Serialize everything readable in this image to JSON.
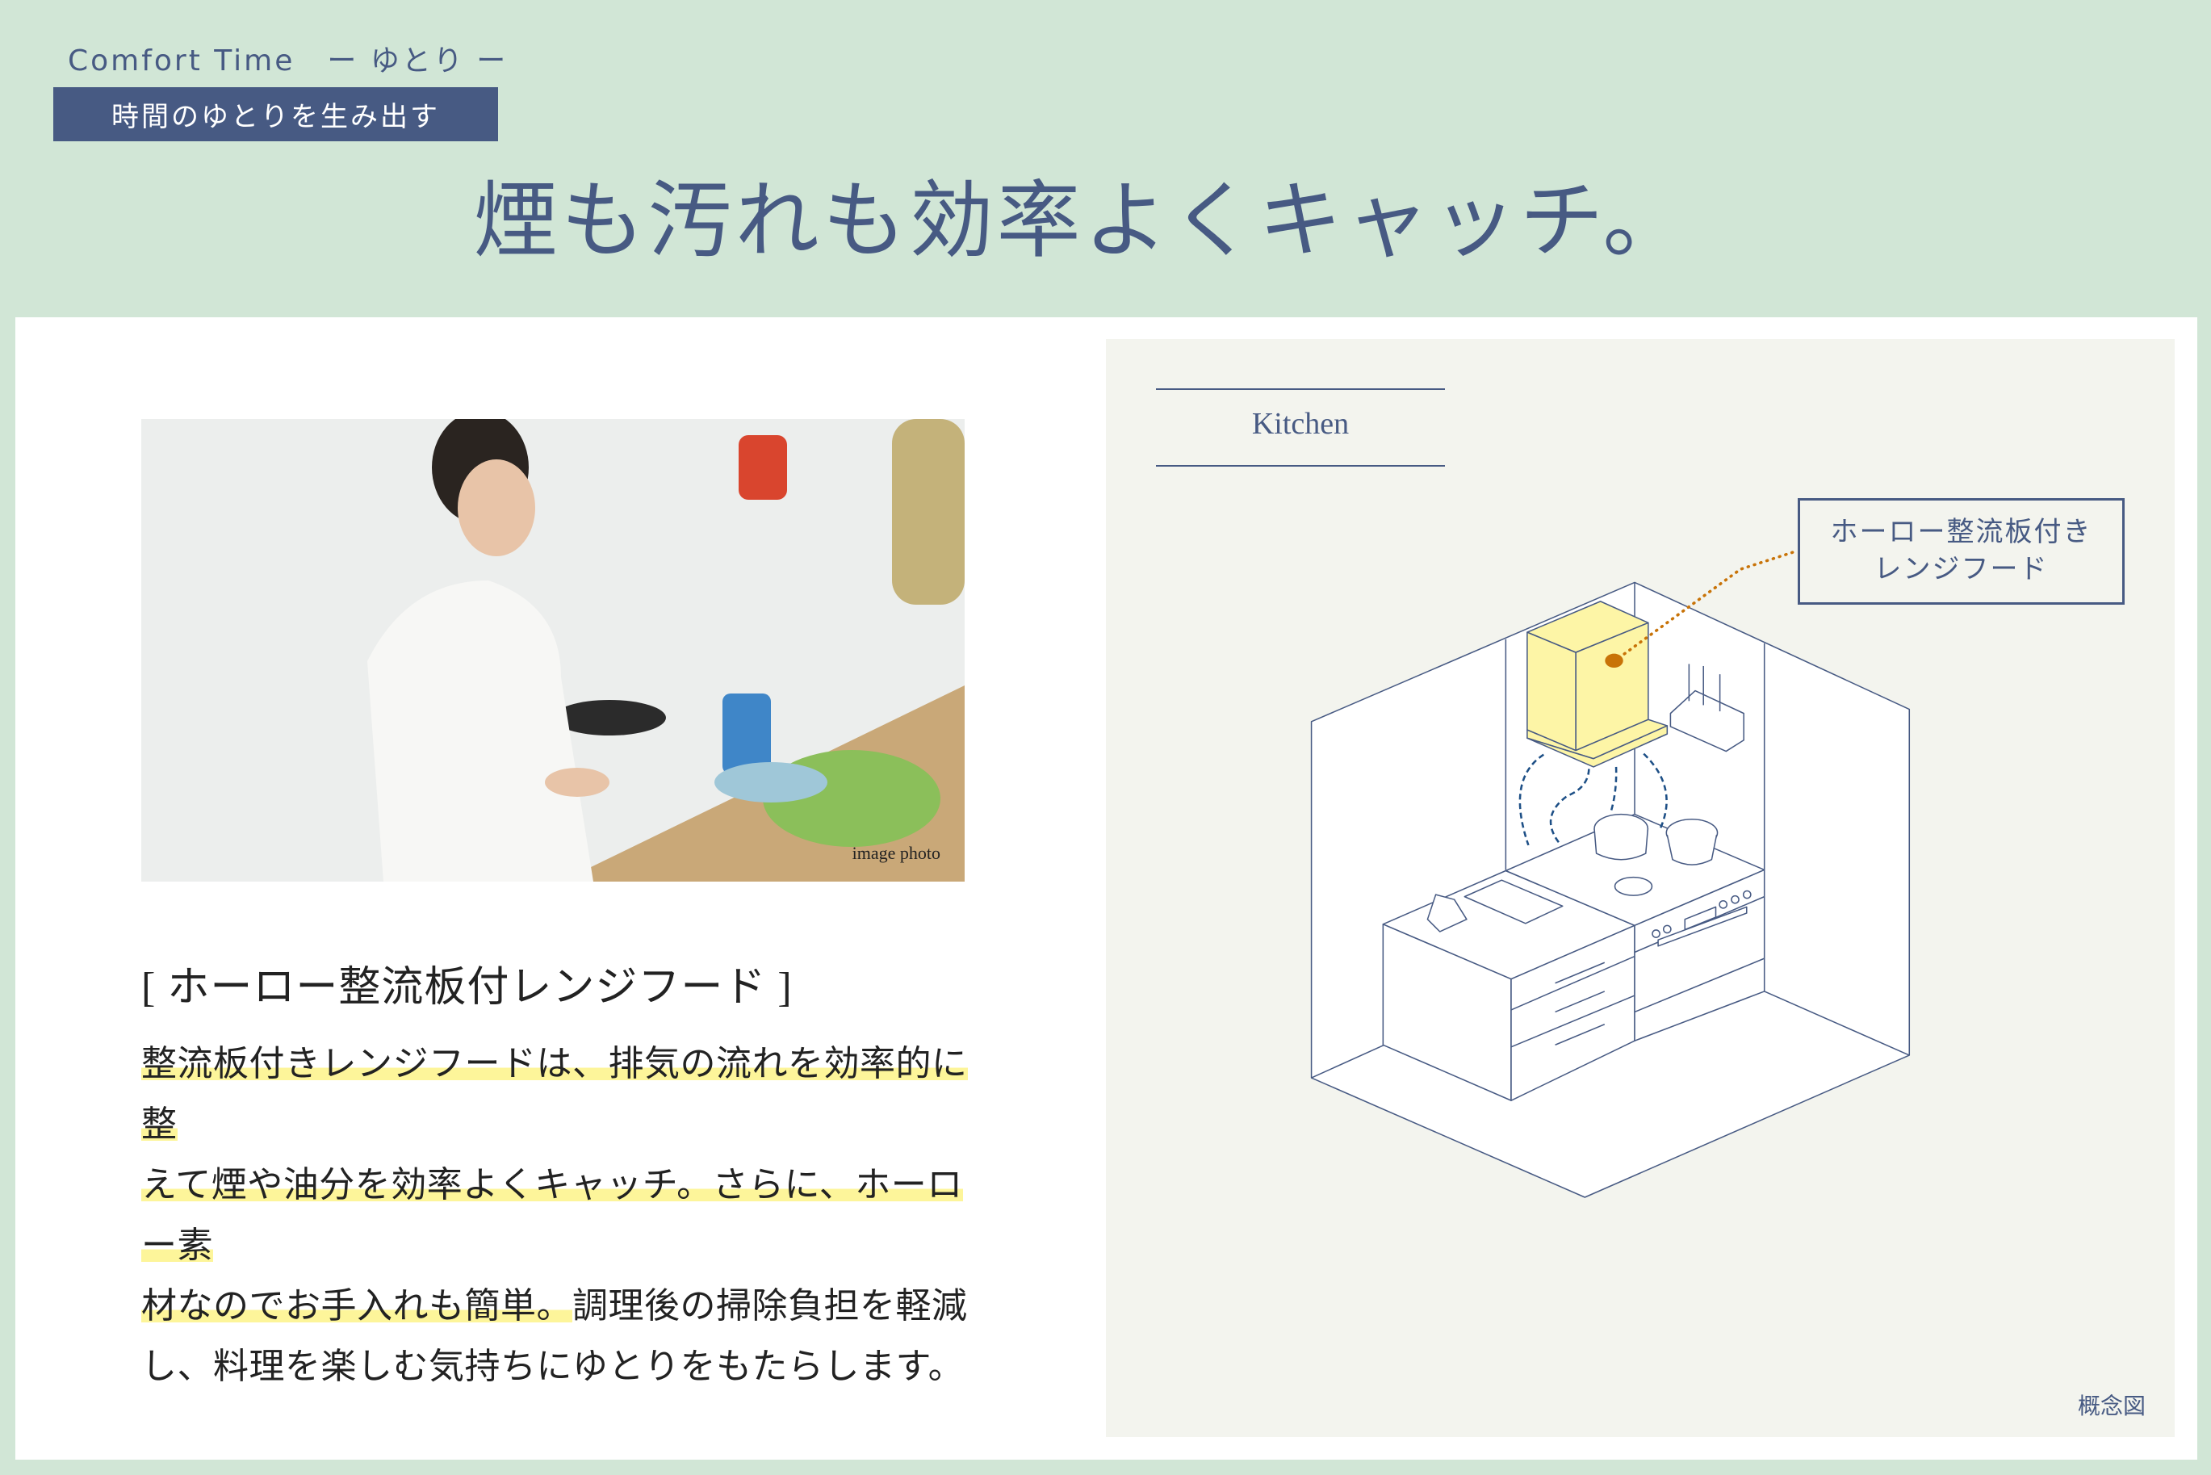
{
  "header": {
    "eyebrow": "Comfort Time",
    "eyebrow_sub": "ー ゆとり ー",
    "tagline": "時間のゆとりを生み出す",
    "title": "煙も汚れも効率よくキャッチ。"
  },
  "feature": {
    "photo_label": "image photo",
    "heading": "[ ホーロー整流板付レンジフード ]",
    "body_highlight_1": "整流板付きレンジフードは、排気の流れを効率的に整",
    "body_highlight_2": "えて煙や油分を効率よくキャッチ。さらに、ホーロー素",
    "body_highlight_3": "材なのでお手入れも簡単。",
    "body_rest_3": "調理後の掃除負担を軽減",
    "body_line_4": "し、料理を楽しむ気持ちにゆとりをもたらします。"
  },
  "diagram": {
    "room_label": "Kitchen",
    "callout_line1": "ホーロー整流板付き",
    "callout_line2": "レンジフード",
    "note": "概念図"
  },
  "colors": {
    "background": "#d1e6d6",
    "navy": "#475a83",
    "highlight": "#fdf59a",
    "hood": "#fdf5a6",
    "pointer": "#c87308"
  }
}
